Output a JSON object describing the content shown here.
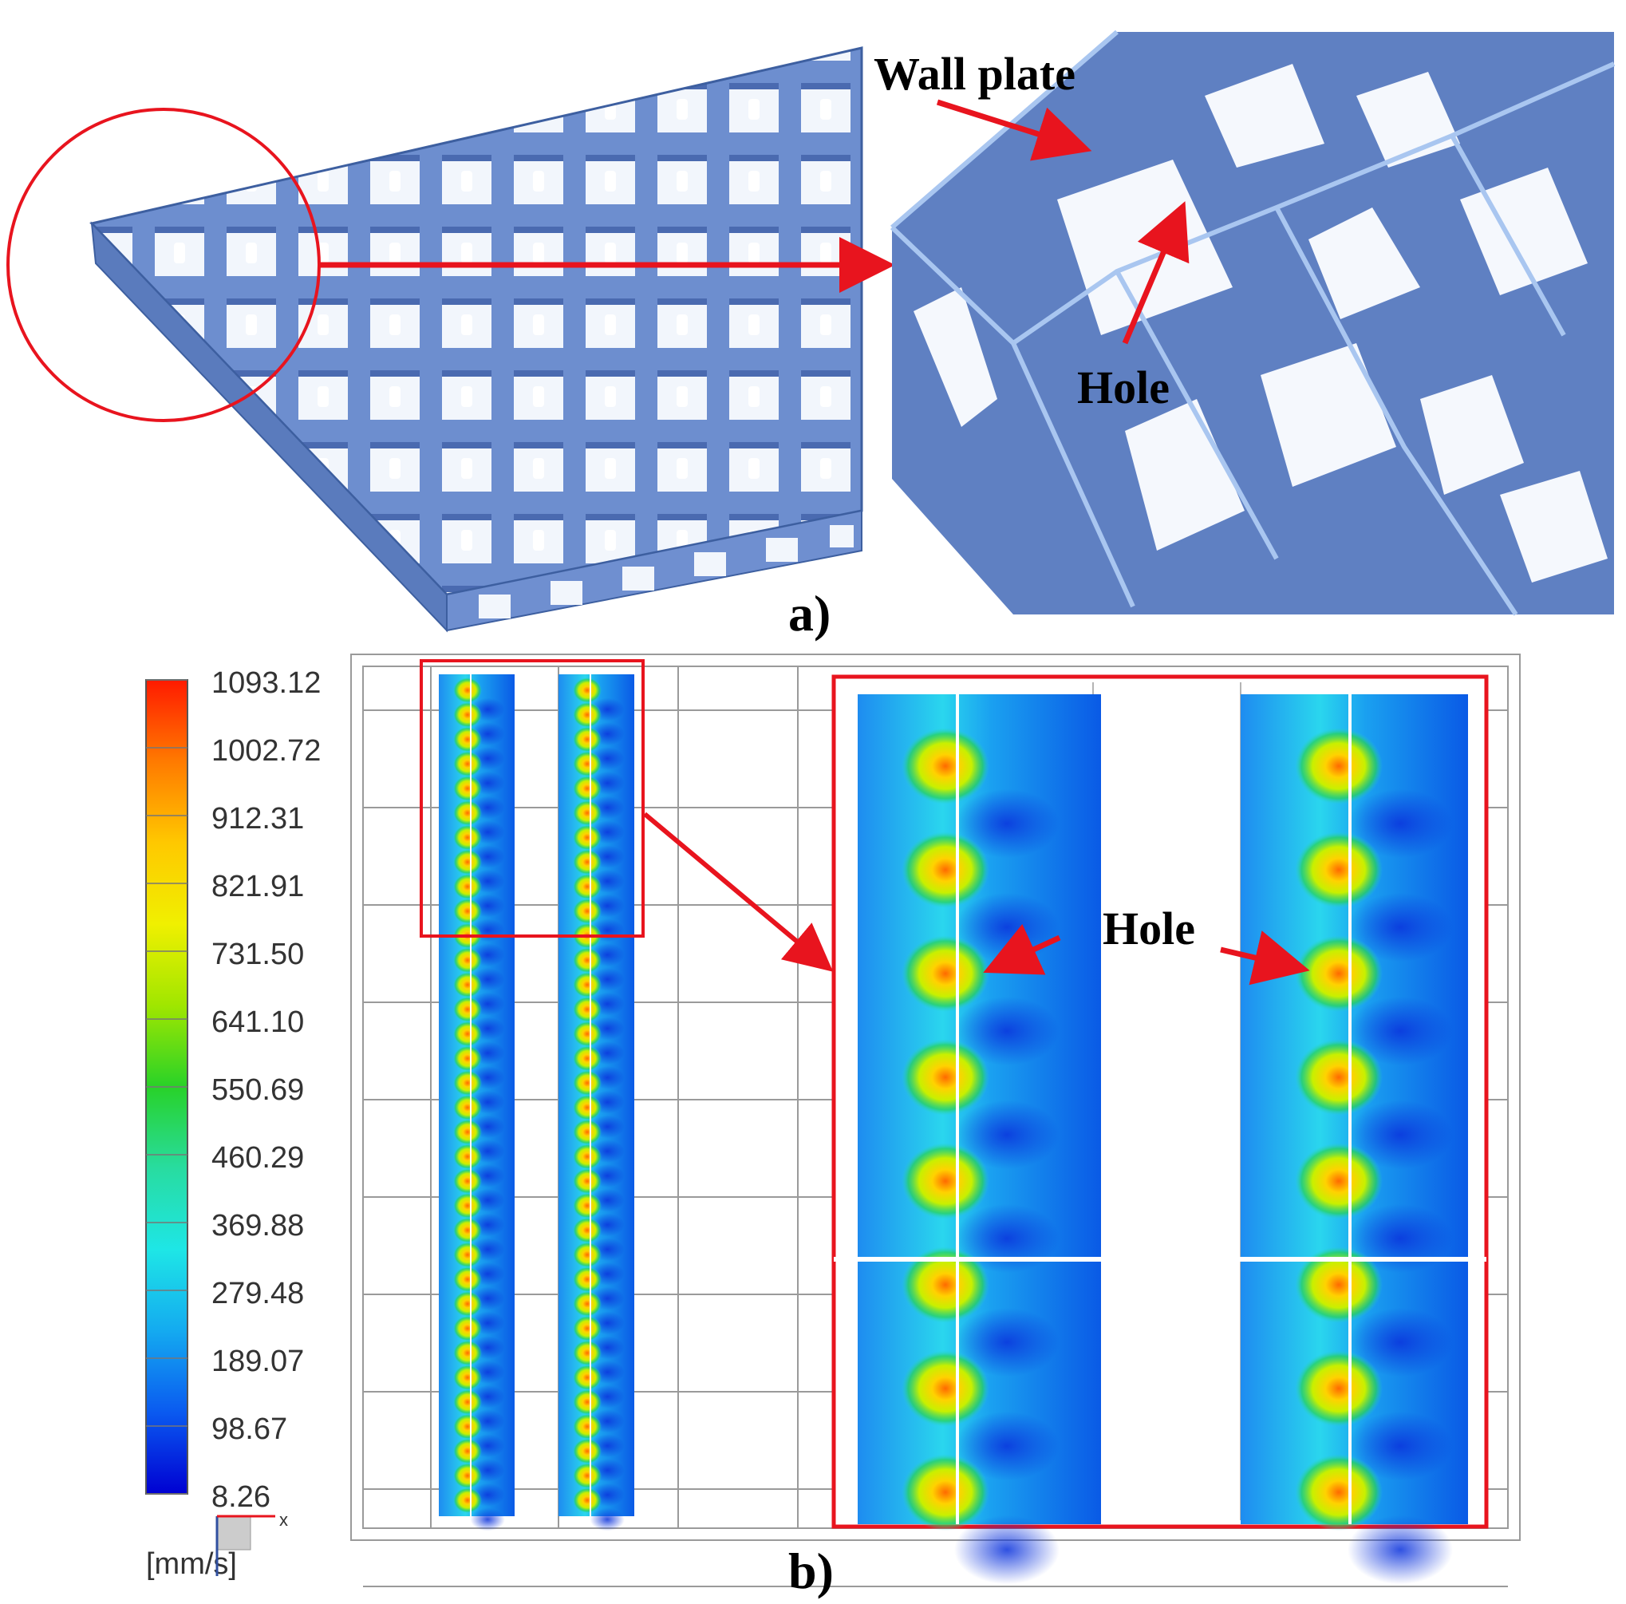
{
  "panel_a": {
    "label": "a)",
    "annotations": {
      "wall_plate": "Wall plate",
      "hole": "Hole"
    }
  },
  "panel_b": {
    "label": "b)",
    "annotation_hole": "Hole",
    "colorbar": {
      "unit": "[mm/s]",
      "ticks": [
        "1093.12",
        "1002.72",
        "912.31",
        "821.91",
        "731.50",
        "641.10",
        "550.69",
        "460.29",
        "369.88",
        "279.48",
        "189.07",
        "98.67",
        "8.26"
      ],
      "colors": [
        "#ff1a00",
        "#ff7a00",
        "#ffb400",
        "#ffe600",
        "#c8f000",
        "#5ad200",
        "#1ec83c",
        "#28d2a0",
        "#1ee6e6",
        "#14b4f0",
        "#0a78f0",
        "#0a3cf0",
        "#0000d2"
      ]
    },
    "axis_triad_label": "x"
  },
  "colors": {
    "accent": "#e8141e",
    "model": "#5d7fc3",
    "model_light": "#a9c6f0",
    "model_dark": "#3d5fa0"
  }
}
